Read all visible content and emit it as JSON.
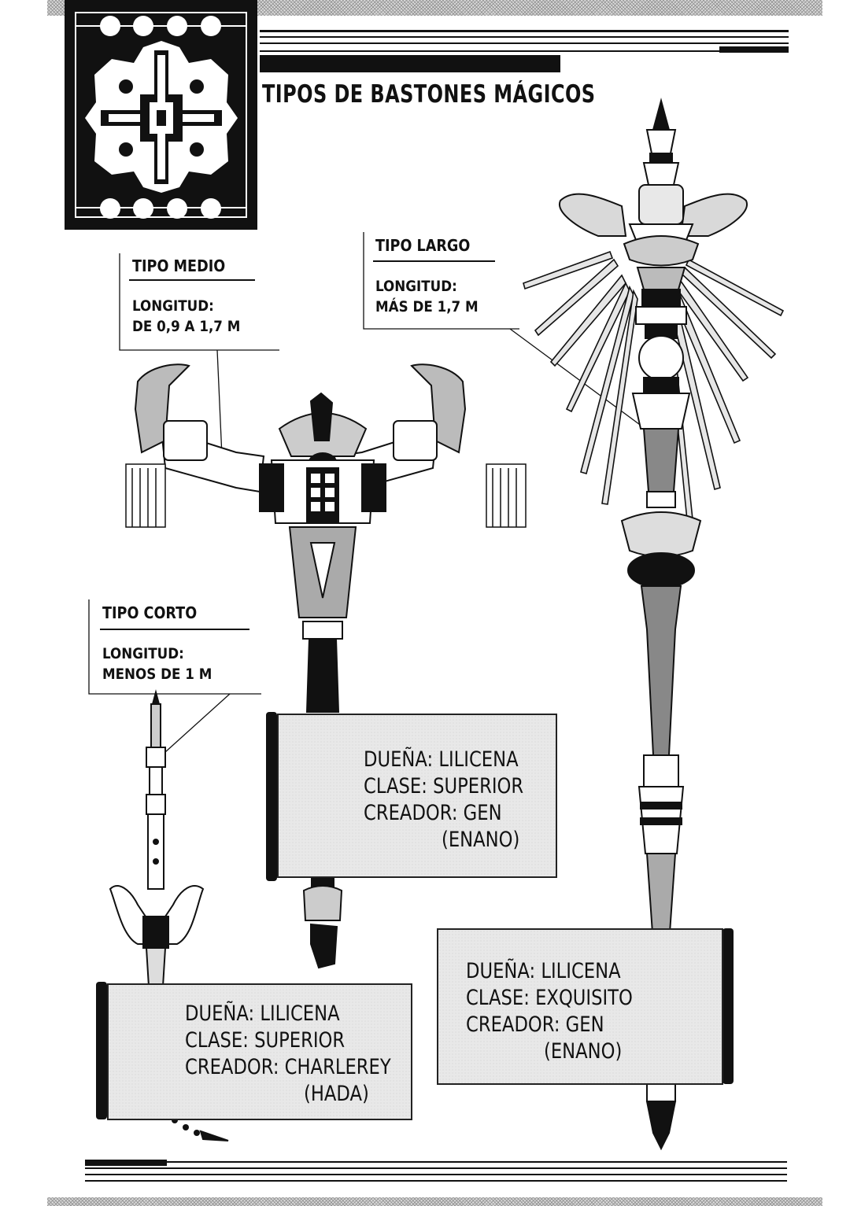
{
  "page": {
    "title": "TIPOS DE BASTONES MÁGICOS"
  },
  "labels": {
    "medio": {
      "name": "TIPO MEDIO",
      "length_label": "LONGITUD:",
      "length_value": "DE 0,9 A 1,7 M"
    },
    "largo": {
      "name": "TIPO LARGO",
      "length_label": "LONGITUD:",
      "length_value": "MÁS DE 1,7 M"
    },
    "corto": {
      "name": "TIPO CORTO",
      "length_label": "LONGITUD:",
      "length_value": "MENOS DE 1 M"
    }
  },
  "info_boxes": {
    "medio": {
      "owner": "DUEÑA: LILICENA",
      "class": "CLASE: SUPERIOR",
      "creator": "CREADOR: GEN",
      "creator_race": "(ENANO)"
    },
    "largo": {
      "owner": "DUEÑA: LILICENA",
      "class": "CLASE: EXQUISITO",
      "creator": "CREADOR: GEN",
      "creator_race": "(ENANO)"
    },
    "corto": {
      "owner": "DUEÑA: LILICENA",
      "class": "CLASE: SUPERIOR",
      "creator": "CREADOR: CHARLEREY",
      "creator_race": "(HADA)"
    }
  }
}
